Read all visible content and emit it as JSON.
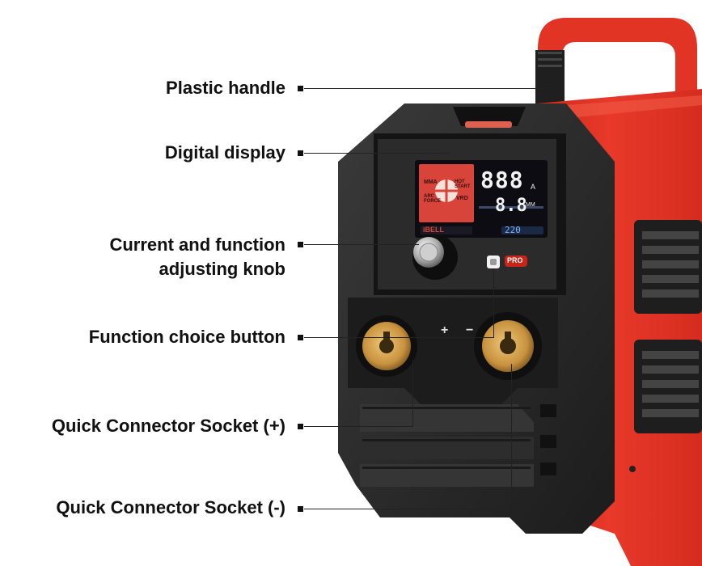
{
  "labels": [
    {
      "id": "plastic-handle",
      "lines": [
        "Plastic handle"
      ]
    },
    {
      "id": "digital-display",
      "lines": [
        "Digital display"
      ]
    },
    {
      "id": "adjusting-knob",
      "lines": [
        "Current and function",
        "adjusting knob"
      ]
    },
    {
      "id": "function-button",
      "lines": [
        "Function choice button"
      ]
    },
    {
      "id": "socket-plus",
      "lines": [
        "Quick Connector Socket (+)"
      ]
    },
    {
      "id": "socket-minus",
      "lines": [
        "Quick Connector Socket (-)"
      ]
    }
  ],
  "display": {
    "current_digits": "888",
    "current_unit": "A",
    "voltage_digits": "8.8",
    "voltage_unit": "MM",
    "input_voltage": "220",
    "brand": "iBELL",
    "mode_labels": [
      "MMA",
      "HOT START",
      "ARC FORCE",
      "VRD"
    ]
  },
  "panel": {
    "plus_sign": "+",
    "minus_sign": "−",
    "pro_badge": "PRO"
  },
  "colors": {
    "body_red": "#e23424",
    "frame_black": "#2a2a2a",
    "display_red": "#d9443a",
    "brass": "#c89a4a"
  }
}
